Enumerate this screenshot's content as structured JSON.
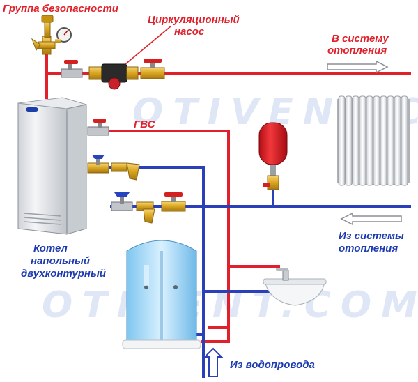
{
  "labels": {
    "safety_group": "Группа безопасности",
    "pump_line1": "Циркуляционный",
    "pump_line2": "насос",
    "to_heating_line1": "В систему",
    "to_heating_line2": "отопления",
    "dhw": "ГВС",
    "from_heating_line1": "Из системы",
    "from_heating_line2": "отопления",
    "boiler_line1": "Котел",
    "boiler_line2": "напольный",
    "boiler_line3": "двухконтурный",
    "water_supply": "Из водопровода"
  },
  "watermark": "OTIVENT.COM",
  "colors": {
    "hot_pipe": "#e0202a",
    "cold_pipe": "#2b3fb8",
    "label_red": "#e0202a",
    "label_blue": "#1d3bb0",
    "valve_handle": "#d42020",
    "brass": "#d9a520",
    "tank": "#e02020"
  }
}
